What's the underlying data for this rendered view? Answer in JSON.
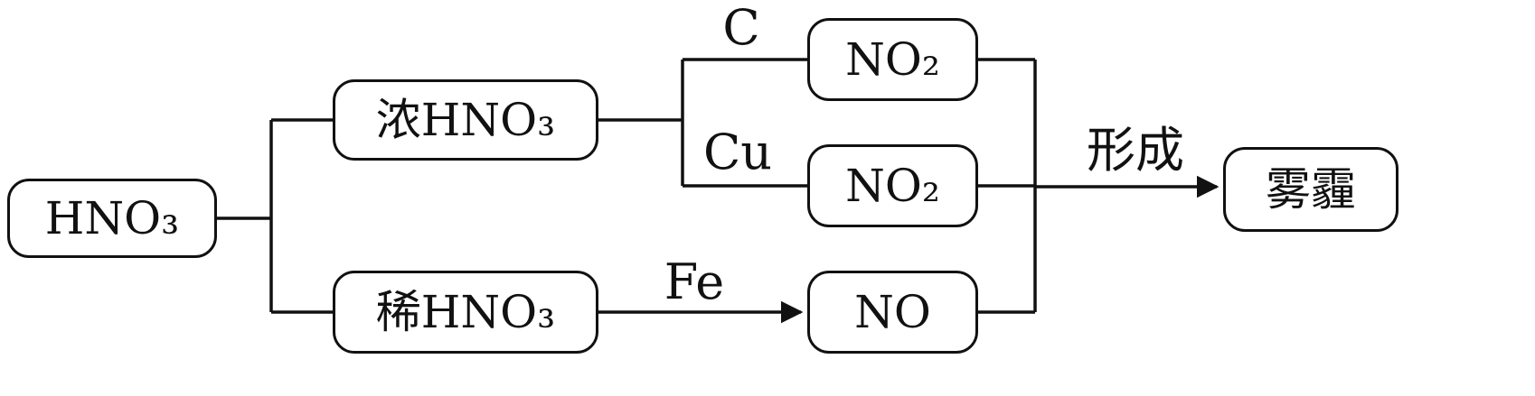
{
  "diagram": {
    "title": "HNO3 reactions leading to smog",
    "colors": {
      "line": "#111111",
      "background": "#ffffff"
    },
    "nodes": {
      "hno3": "HNO₃",
      "concentrated_hno3": "浓HNO₃",
      "dilute_hno3": "稀HNO₃",
      "no2_top": "NO₂",
      "no2_bottom": "NO₂",
      "no": "NO",
      "smog": "雾霾"
    },
    "edge_labels": {
      "carbon": "C",
      "copper": "Cu",
      "iron": "Fe",
      "forms": "形成"
    },
    "edges": [
      {
        "from": "hno3",
        "to": "concentrated_hno3",
        "label": ""
      },
      {
        "from": "hno3",
        "to": "dilute_hno3",
        "label": ""
      },
      {
        "from": "concentrated_hno3",
        "to": "no2_top",
        "label": "C"
      },
      {
        "from": "concentrated_hno3",
        "to": "no2_bottom",
        "label": "Cu"
      },
      {
        "from": "dilute_hno3",
        "to": "no",
        "label": "Fe",
        "arrow": true
      },
      {
        "from": "no2_top",
        "to": "smog",
        "label": "形成",
        "arrow": true
      },
      {
        "from": "no2_bottom",
        "to": "smog",
        "label": "形成",
        "arrow": true
      },
      {
        "from": "no",
        "to": "smog",
        "label": "形成",
        "arrow": true
      }
    ]
  }
}
